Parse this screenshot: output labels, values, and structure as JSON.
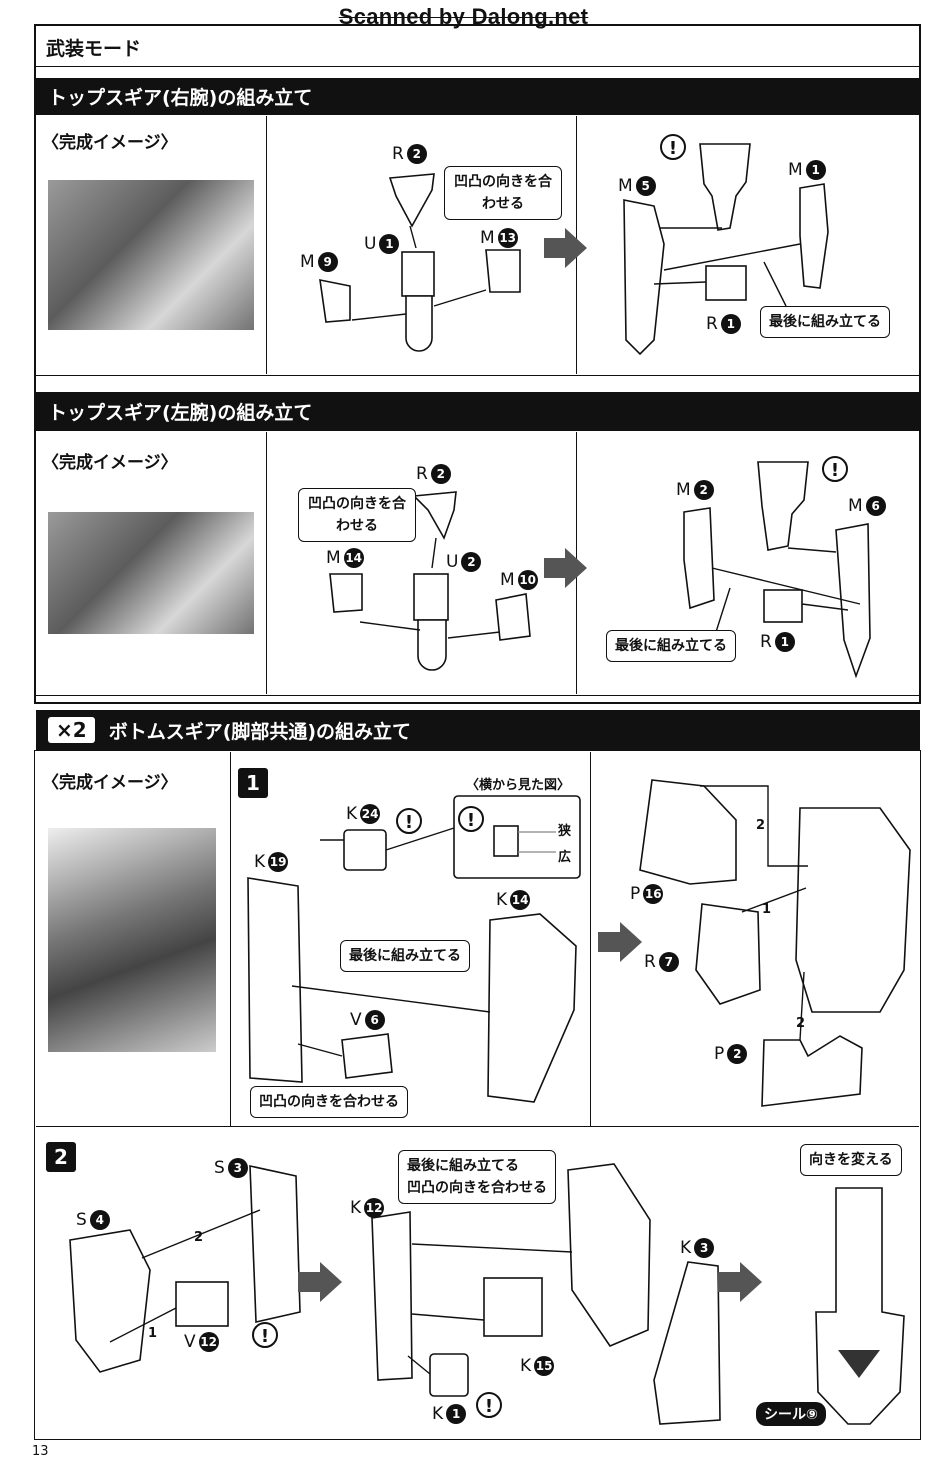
{
  "watermark": "Scanned by Dalong.net",
  "mode_title": "武装モード",
  "completion_label": "〈完成イメージ〉",
  "sections": {
    "right_arm": {
      "title": "トップスギア(右腕)の組み立て",
      "callout_align": "凹凸の向きを合わせる",
      "callout_last": "最後に組み立てる",
      "parts": {
        "r2": "R",
        "r2n": "2",
        "u1": "U",
        "u1n": "1",
        "m13": "M",
        "m13n": "13",
        "m9": "M",
        "m9n": "9",
        "m5": "M",
        "m5n": "5",
        "m1": "M",
        "m1n": "1",
        "r1": "R",
        "r1n": "1"
      }
    },
    "left_arm": {
      "title": "トップスギア(左腕)の組み立て",
      "callout_align": "凹凸の向きを合わせる",
      "callout_last": "最後に組み立てる",
      "parts": {
        "r2": "R",
        "r2n": "2",
        "u2": "U",
        "u2n": "2",
        "m14": "M",
        "m14n": "14",
        "m10": "M",
        "m10n": "10",
        "m2": "M",
        "m2n": "2",
        "m6": "M",
        "m6n": "6",
        "r1": "R",
        "r1n": "1"
      }
    },
    "legs": {
      "multiplier": "×2",
      "title": "ボトムスギア(脚部共通)の組み立て",
      "step1": "1",
      "step2": "2",
      "side_view_title": "〈横から見た図〉",
      "narrow": "狭",
      "wide": "広",
      "callout_last": "最後に組み立てる",
      "callout_align": "凹凸の向きを合わせる",
      "callout_last2": "最後に組み立てる",
      "callout_align2": "凹凸の向きを合わせる",
      "callout_turn": "向きを変える",
      "seal": "シール⑨",
      "order1": "1",
      "order2": "2",
      "parts": {
        "k24": "K",
        "k24n": "24",
        "k19": "K",
        "k19n": "19",
        "k14": "K",
        "k14n": "14",
        "v6": "V",
        "v6n": "6",
        "p16": "P",
        "p16n": "16",
        "r7": "R",
        "r7n": "7",
        "p2": "P",
        "p2n": "2",
        "s3": "S",
        "s3n": "3",
        "s4": "S",
        "s4n": "4",
        "v12": "V",
        "v12n": "12",
        "k12": "K",
        "k12n": "12",
        "k3": "K",
        "k3n": "3",
        "k15": "K",
        "k15n": "15",
        "k1": "K",
        "k1n": "1"
      }
    }
  },
  "warning_mark": "!",
  "page_number": "13"
}
